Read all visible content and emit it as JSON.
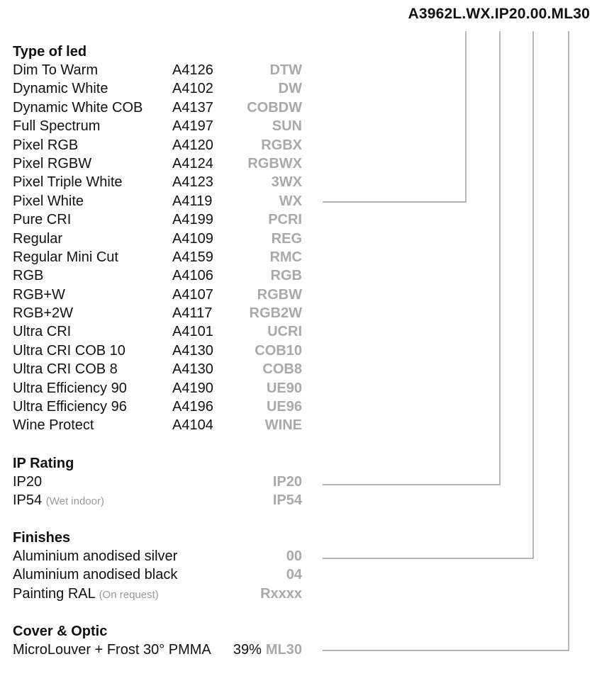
{
  "product_code": "A3962L.WX.IP20.00.ML30",
  "led_section": {
    "heading": "Type of led",
    "items": [
      {
        "name": "Dim To Warm",
        "ref": "A4126",
        "suffix": "DTW"
      },
      {
        "name": "Dynamic White",
        "ref": "A4102",
        "suffix": "DW"
      },
      {
        "name": "Dynamic White COB",
        "ref": "A4137",
        "suffix": "COBDW"
      },
      {
        "name": "Full Spectrum",
        "ref": "A4197",
        "suffix": "SUN"
      },
      {
        "name": "Pixel RGB",
        "ref": "A4120",
        "suffix": "RGBX"
      },
      {
        "name": "Pixel RGBW",
        "ref": "A4124",
        "suffix": "RGBWX"
      },
      {
        "name": "Pixel Triple White",
        "ref": "A4123",
        "suffix": "3WX"
      },
      {
        "name": "Pixel White",
        "ref": "A4119",
        "suffix": "WX"
      },
      {
        "name": "Pure CRI",
        "ref": "A4199",
        "suffix": "PCRI"
      },
      {
        "name": "Regular",
        "ref": "A4109",
        "suffix": "REG"
      },
      {
        "name": "Regular Mini Cut",
        "ref": "A4159",
        "suffix": "RMC"
      },
      {
        "name": "RGB",
        "ref": "A4106",
        "suffix": "RGB"
      },
      {
        "name": "RGB+W",
        "ref": "A4107",
        "suffix": "RGBW"
      },
      {
        "name": "RGB+2W",
        "ref": "A4117",
        "suffix": "RGB2W"
      },
      {
        "name": "Ultra CRI",
        "ref": "A4101",
        "suffix": "UCRI"
      },
      {
        "name": "Ultra CRI COB 10",
        "ref": "A4130",
        "suffix": "COB10"
      },
      {
        "name": "Ultra CRI COB 8",
        "ref": "A4130",
        "suffix": "COB8"
      },
      {
        "name": "Ultra Efficiency 90",
        "ref": "A4190",
        "suffix": "UE90"
      },
      {
        "name": "Ultra Efficiency 96",
        "ref": "A4196",
        "suffix": "UE96"
      },
      {
        "name": "Wine Protect",
        "ref": "A4104",
        "suffix": "WINE"
      }
    ]
  },
  "ip_section": {
    "heading": "IP Rating",
    "items": [
      {
        "name": "IP20",
        "note": "",
        "suffix": "IP20"
      },
      {
        "name": "IP54",
        "note": "(Wet indoor)",
        "suffix": "IP54"
      }
    ]
  },
  "finishes_section": {
    "heading": "Finishes",
    "items": [
      {
        "name": "Aluminium anodised silver",
        "note": "",
        "suffix": "00"
      },
      {
        "name": "Aluminium anodised black",
        "note": "",
        "suffix": "04"
      },
      {
        "name": "Painting RAL",
        "note": "(On request)",
        "suffix": "Rxxxx"
      }
    ]
  },
  "cover_section": {
    "heading": "Cover & Optic",
    "items": [
      {
        "name": "MicroLouver + Frost 30° PMMA",
        "ref": "39%",
        "suffix": "ML30"
      }
    ]
  },
  "colors": {
    "text": "#111111",
    "suffix_gray": "#a9a9a9",
    "note_gray": "#9a9a9a",
    "connector_line": "#888888"
  }
}
